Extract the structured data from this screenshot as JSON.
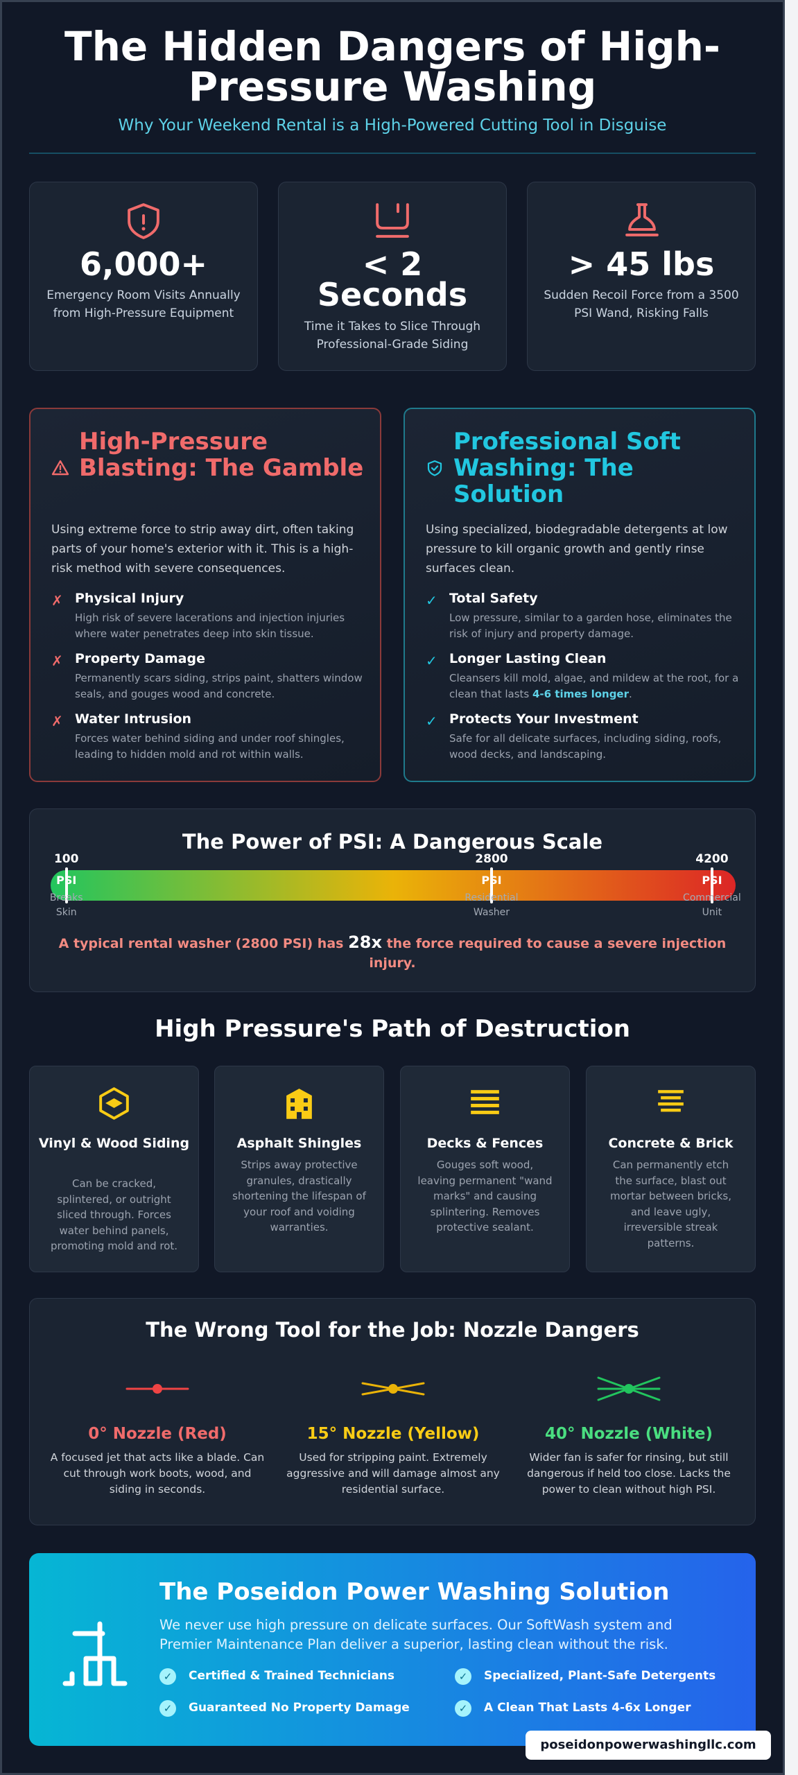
{
  "header": {
    "title": "The Hidden Dangers of High-Pressure Washing",
    "subtitle": "Why Your Weekend Rental is a High-Powered Cutting Tool in Disguise"
  },
  "stats": [
    {
      "icon": "shield-icon",
      "value": "6,000+",
      "desc": "Emergency Room Visits Annually from High-Pressure Equipment"
    },
    {
      "icon": "siding-icon",
      "value": "< 2 Seconds",
      "desc": "Time it Takes to Slice Through Professional-Grade Siding"
    },
    {
      "icon": "recoil-icon",
      "value": "> 45 lbs",
      "desc": "Sudden Recoil Force from a 3500 PSI Wand, Risking Falls"
    }
  ],
  "compare": {
    "high": {
      "title": "High-Pressure Blasting: The Gamble",
      "intro": "Using extreme force to strip away dirt, often taking parts of your home's exterior with it. This is a high-risk method with severe consequences.",
      "mark": "✗",
      "items": [
        {
          "title": "Physical Injury",
          "desc": "High risk of severe lacerations and injection injuries where water penetrates deep into skin tissue."
        },
        {
          "title": "Property Damage",
          "desc": "Permanently scars siding, strips paint, shatters window seals, and gouges wood and concrete."
        },
        {
          "title": "Water Intrusion",
          "desc": "Forces water behind siding and under roof shingles, leading to hidden mold and rot within walls."
        }
      ]
    },
    "soft": {
      "title": "Professional Soft Washing: The Solution",
      "intro": "Using specialized, biodegradable detergents at low pressure to kill organic growth and gently rinse surfaces clean.",
      "mark": "✓",
      "items": [
        {
          "title": "Total Safety",
          "desc": "Low pressure, similar to a garden hose, eliminates the risk of injury and property damage."
        },
        {
          "title": "Longer Lasting Clean",
          "desc_before": "Cleansers kill mold, algae, and mildew at the root, for a clean that lasts ",
          "desc_highlight": "4-6 times longer",
          "desc_after": "."
        },
        {
          "title": "Protects Your Investment",
          "desc": "Safe for all delicate surfaces, including siding, roofs, wood decks, and landscaping."
        }
      ]
    }
  },
  "psi": {
    "title": "The Power of PSI: A Dangerous Scale",
    "scale_min": 0,
    "scale_max": 4350,
    "colors": {
      "low": "#22c55e",
      "mid": "#eab308",
      "high": "#dc2626"
    },
    "markers": [
      {
        "value": 100,
        "num": "100",
        "unit": "PSI",
        "label1": "Breaks",
        "label2": "Skin"
      },
      {
        "value": 2800,
        "num": "2800",
        "unit": "PSI",
        "label1": "Residential",
        "label2": "Washer"
      },
      {
        "value": 4200,
        "num": "4200",
        "unit": "PSI",
        "label1": "Commercial",
        "label2": "Unit"
      }
    ],
    "note_before": "A typical rental washer (2800 PSI) has ",
    "note_big": "28x",
    "note_after": " the force required to cause a severe injection injury."
  },
  "destruction": {
    "title": "High Pressure's Path of Destruction",
    "cards": [
      {
        "icon": "siding-box-icon",
        "title": "Vinyl & Wood Siding",
        "desc": "Can be cracked, splintered, or outright sliced through. Forces water behind panels, promoting mold and rot."
      },
      {
        "icon": "building-icon",
        "title": "Asphalt Shingles",
        "desc": "Strips away protective granules, drastically shortening the lifespan of your roof and voiding warranties."
      },
      {
        "icon": "planks-icon",
        "title": "Decks & Fences",
        "desc": "Gouges soft wood, leaving permanent \"wand marks\" and causing splintering. Removes protective sealant."
      },
      {
        "icon": "bricks-icon",
        "title": "Concrete & Brick",
        "desc": "Can permanently etch the surface, blast out mortar between bricks, and leave ugly, irreversible streak patterns."
      }
    ]
  },
  "nozzles": {
    "title": "The Wrong Tool for the Job: Nozzle Dangers",
    "items": [
      {
        "icon": "nozzle-0-icon",
        "color": "#ef4444",
        "title": "0° Nozzle (Red)",
        "desc": "A focused jet that acts like a blade. Can cut through work boots, wood, and siding in seconds."
      },
      {
        "icon": "nozzle-15-icon",
        "color": "#eab308",
        "title": "15° Nozzle (Yellow)",
        "desc": "Used for stripping paint. Extremely aggressive and will damage almost any residential surface."
      },
      {
        "icon": "nozzle-40-icon",
        "color": "#22c55e",
        "title": "40° Nozzle (White)",
        "desc": "Wider fan is safer for rinsing, but still dangerous if held too close. Lacks the power to clean without high PSI."
      }
    ]
  },
  "cta": {
    "title": "The Poseidon Power Washing Solution",
    "text": "We never use high pressure on delicate surfaces. Our SoftWash system and Premier Maintenance Plan deliver a superior, lasting clean without the risk.",
    "features": [
      "Certified & Trained Technicians",
      "Specialized, Plant-Safe Detergents",
      "Guaranteed No Property Damage",
      "A Clean That Lasts 4-6x Longer"
    ],
    "check": "✓",
    "website": "poseidonpowerwashingllc.com"
  }
}
